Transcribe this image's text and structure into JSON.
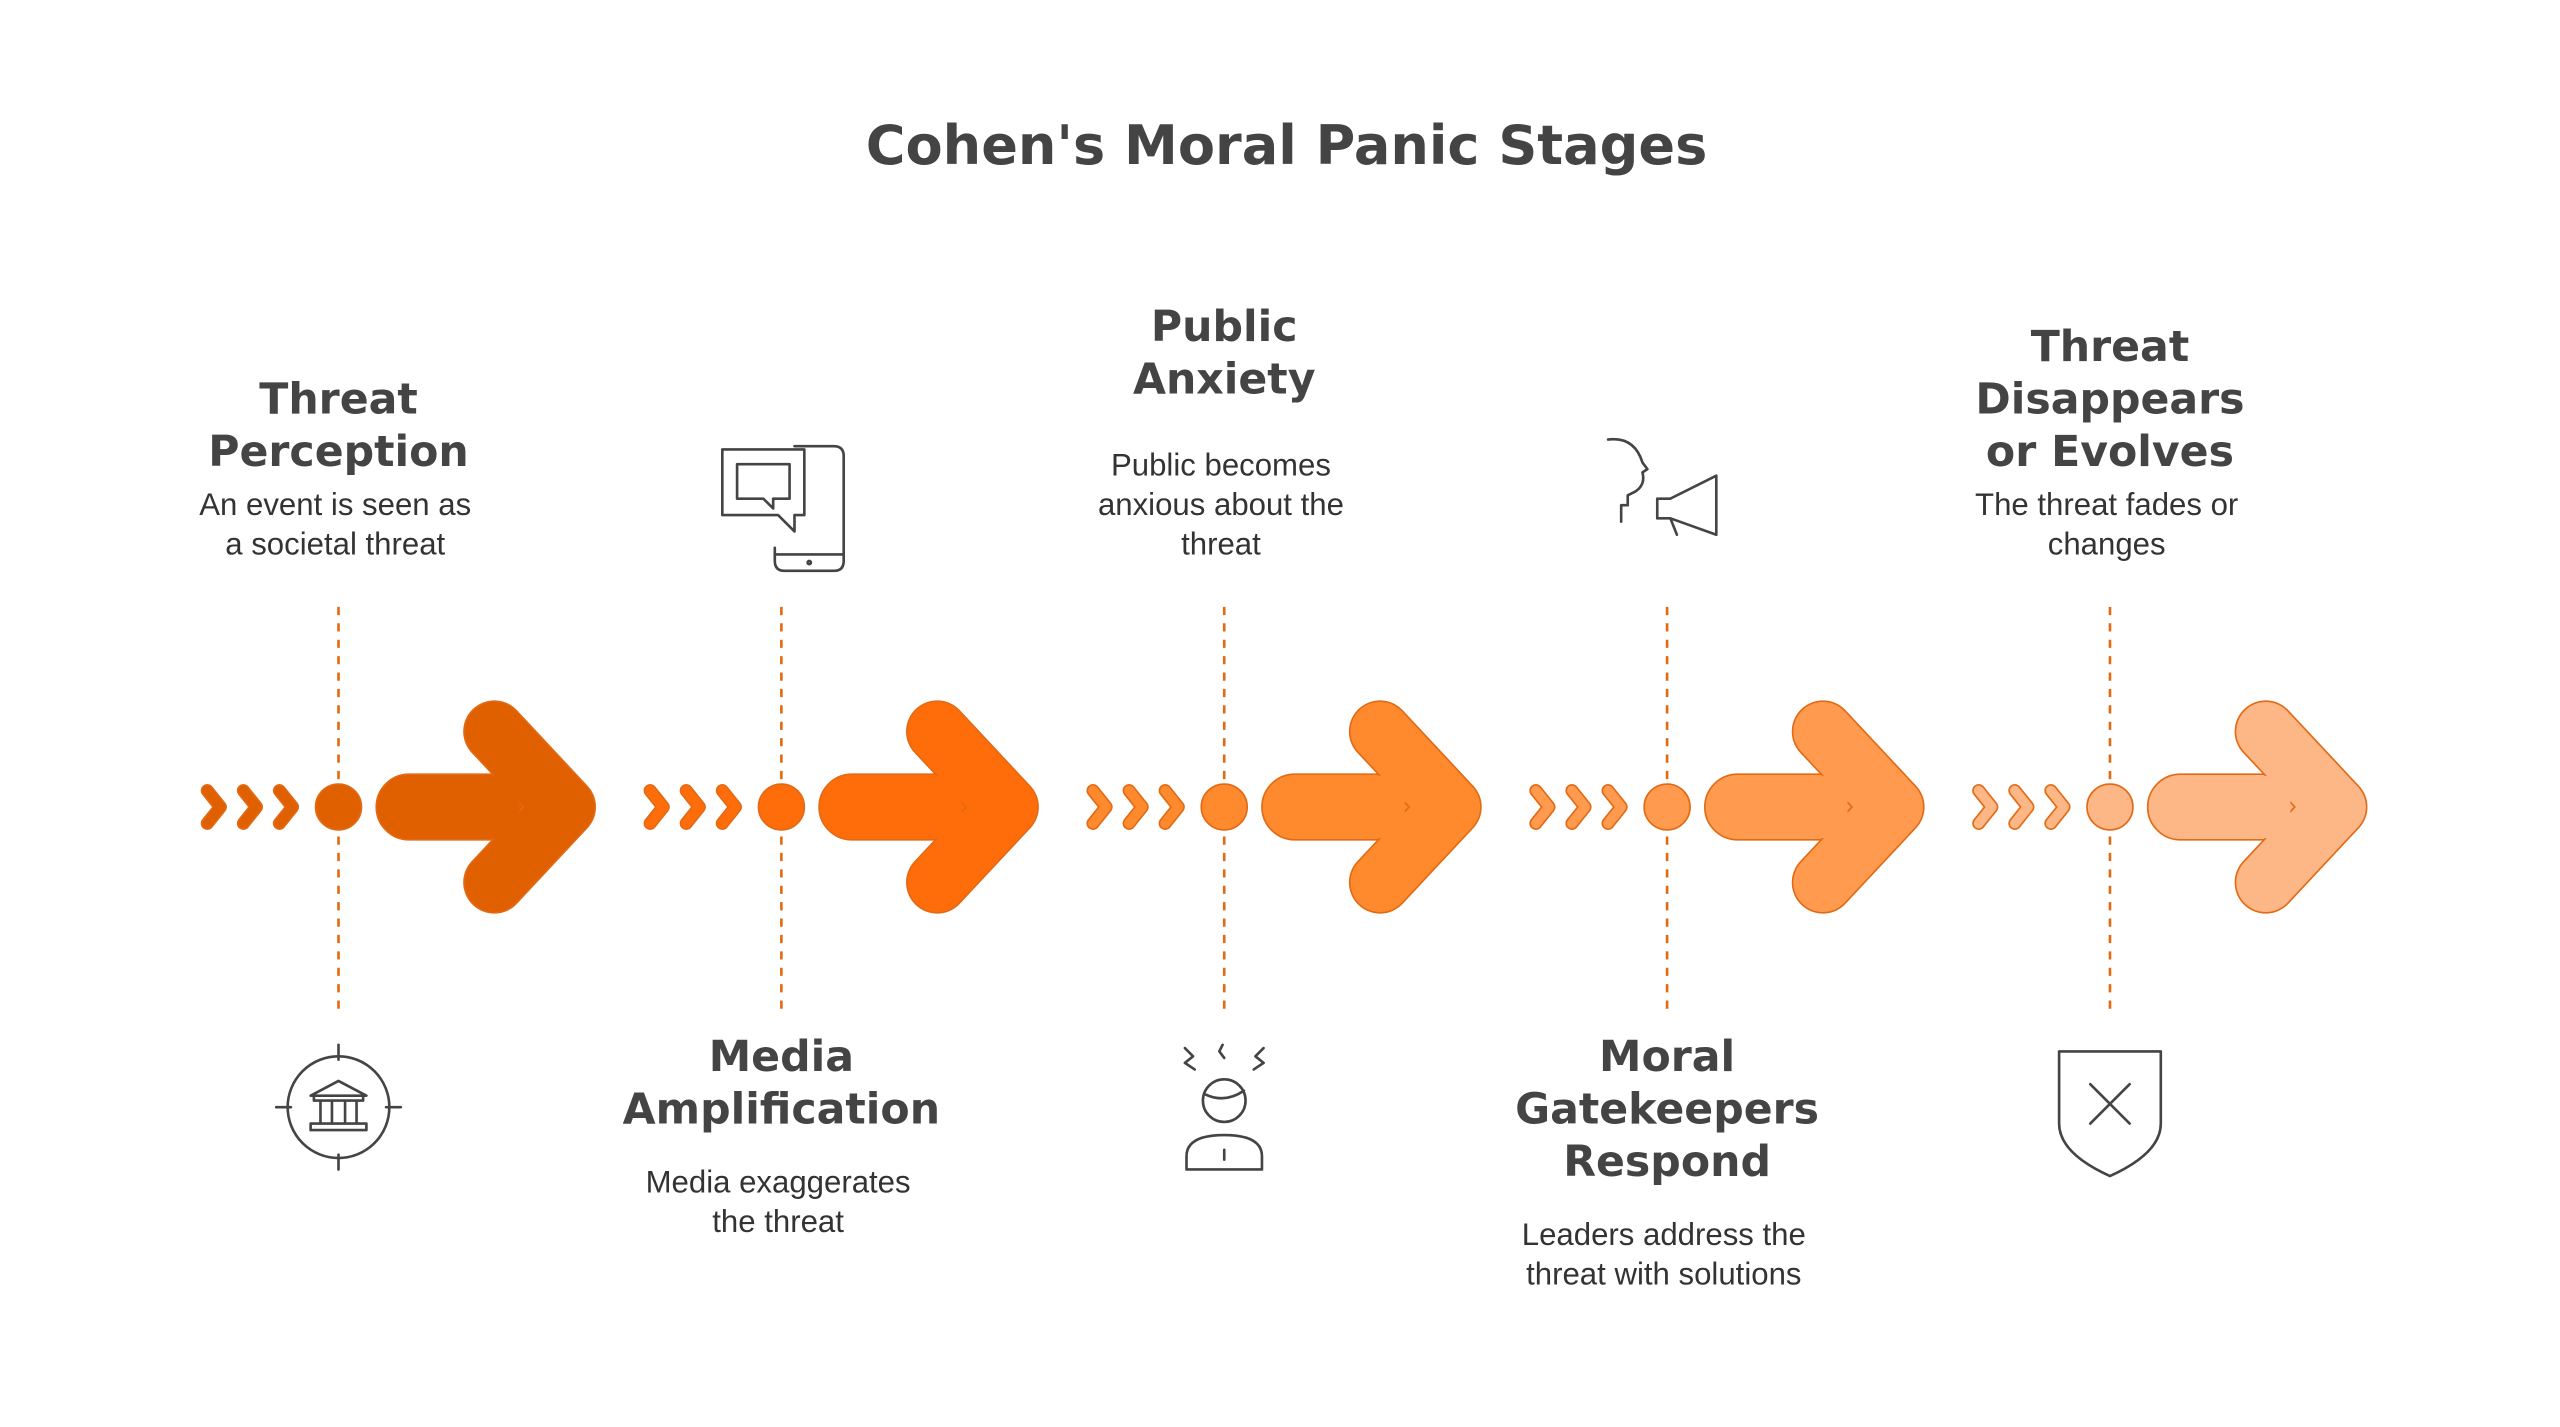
{
  "title": "Cohen's Moral Panic Stages",
  "stages": [
    {
      "title_lines": [
        "Threat",
        "Perception"
      ],
      "desc_lines": [
        "An event is seen as",
        "a societal threat"
      ],
      "icon": "government-building-target-icon",
      "color": "#E06000"
    },
    {
      "title_lines": [
        "Media",
        "Amplification"
      ],
      "desc_lines": [
        "Media exaggerates",
        "the threat"
      ],
      "icon": "phone-chat-bubble-icon",
      "color": "#FF6D0A"
    },
    {
      "title_lines": [
        "Public",
        "Anxiety"
      ],
      "desc_lines": [
        "Public becomes",
        "anxious about the",
        "threat"
      ],
      "icon": "anxious-person-icon",
      "color": "#FF8A2E"
    },
    {
      "title_lines": [
        "Moral",
        "Gatekeepers",
        "Respond"
      ],
      "desc_lines": [
        "Leaders address the",
        "threat with solutions"
      ],
      "icon": "speaker-megaphone-icon",
      "color": "#FF9A4F"
    },
    {
      "title_lines": [
        "Threat",
        "Disappears",
        "or Evolves"
      ],
      "desc_lines": [
        "The threat fades or",
        "changes"
      ],
      "icon": "shield-x-icon",
      "color": "#FDB685"
    }
  ],
  "stroke_color": "#E26A14"
}
